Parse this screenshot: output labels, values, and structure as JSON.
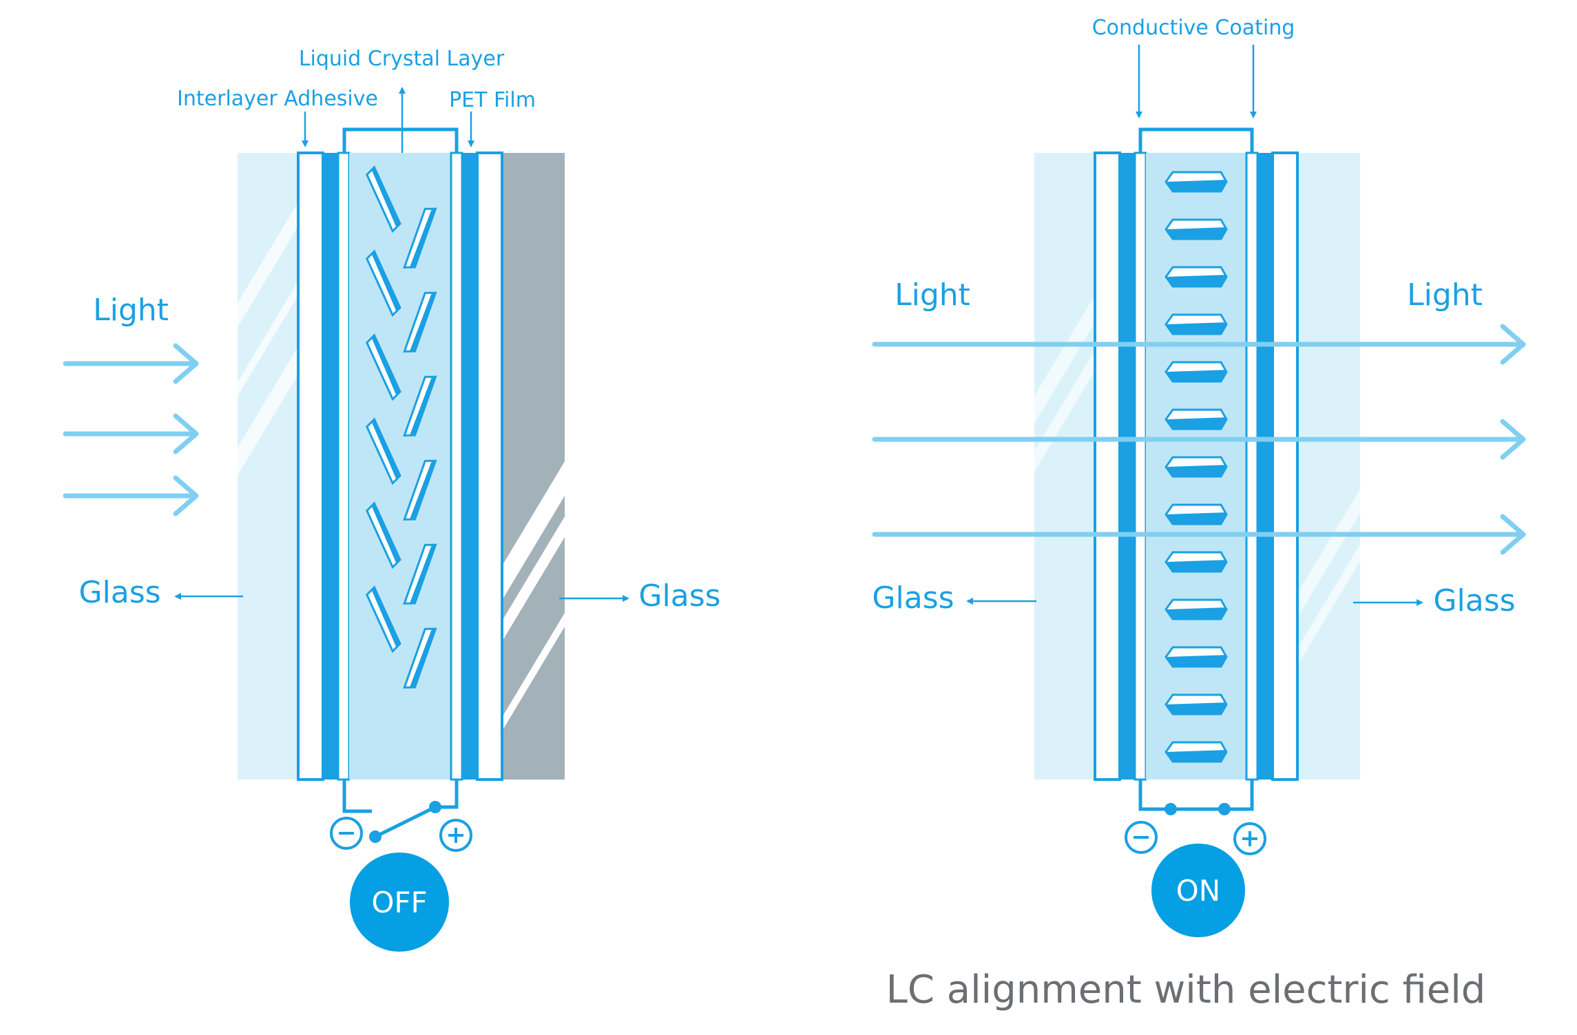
{
  "off_panel": {
    "labels": {
      "liquid_crystal_layer": "Liquid Crystal Layer",
      "interlayer_adhesive": "Interlayer Adhesive",
      "pet_film": "PET Film",
      "light": "Light",
      "glass_left": "Glass",
      "glass_right": "Glass"
    },
    "state_button": "OFF",
    "minus": "−",
    "plus": "+"
  },
  "on_panel": {
    "labels": {
      "conductive_coating": "Conductive Coating",
      "light_left": "Light",
      "light_right": "Light",
      "glass_left": "Glass",
      "glass_right": "Glass"
    },
    "state_button": "ON",
    "minus": "−",
    "plus": "+"
  },
  "caption": "LC alignment with electric field",
  "colors": {
    "accent": "#1aa0e3",
    "light_blue": "#80cff2",
    "glass": "#dcf2fb",
    "lc_fill": "#bfe6f7",
    "gray": "#a3b1b8",
    "caption": "#6b6f73"
  }
}
